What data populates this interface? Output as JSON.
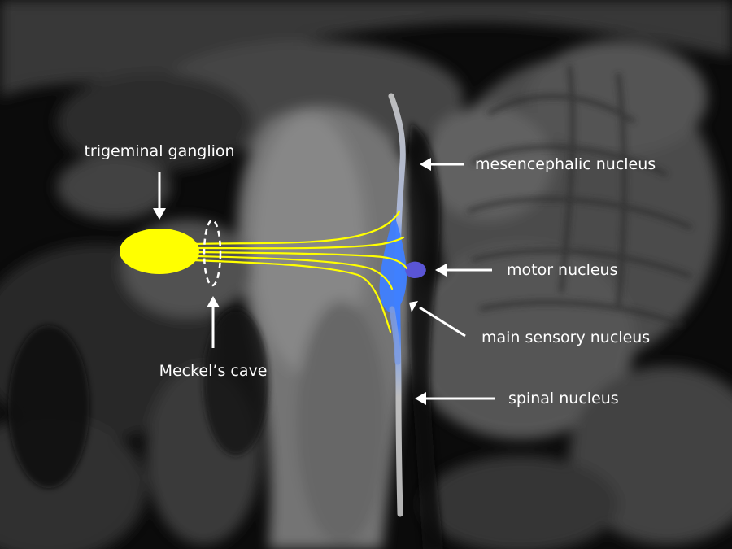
{
  "colors": {
    "background": "#0b0b0b",
    "tissue": "#8a8a8a",
    "ganglion_yellow": "#ffff00",
    "nucleus_gray": "#bdbdbd",
    "sensory_blue": "#3f7fff",
    "motor_purple": "#5a55d6",
    "label_white": "#ffffff"
  },
  "background": {
    "image_description_icon": "brain-mri-sagittal-icon"
  },
  "labels": {
    "trigeminal_ganglion": "trigeminal ganglion",
    "meckels_cave": "Meckel’s cave",
    "mesencephalic_nucleus": "mesencephalic nucleus",
    "motor_nucleus": "motor nucleus",
    "main_sensory_nucleus": "main sensory nucleus",
    "spinal_nucleus": "spinal nucleus"
  }
}
